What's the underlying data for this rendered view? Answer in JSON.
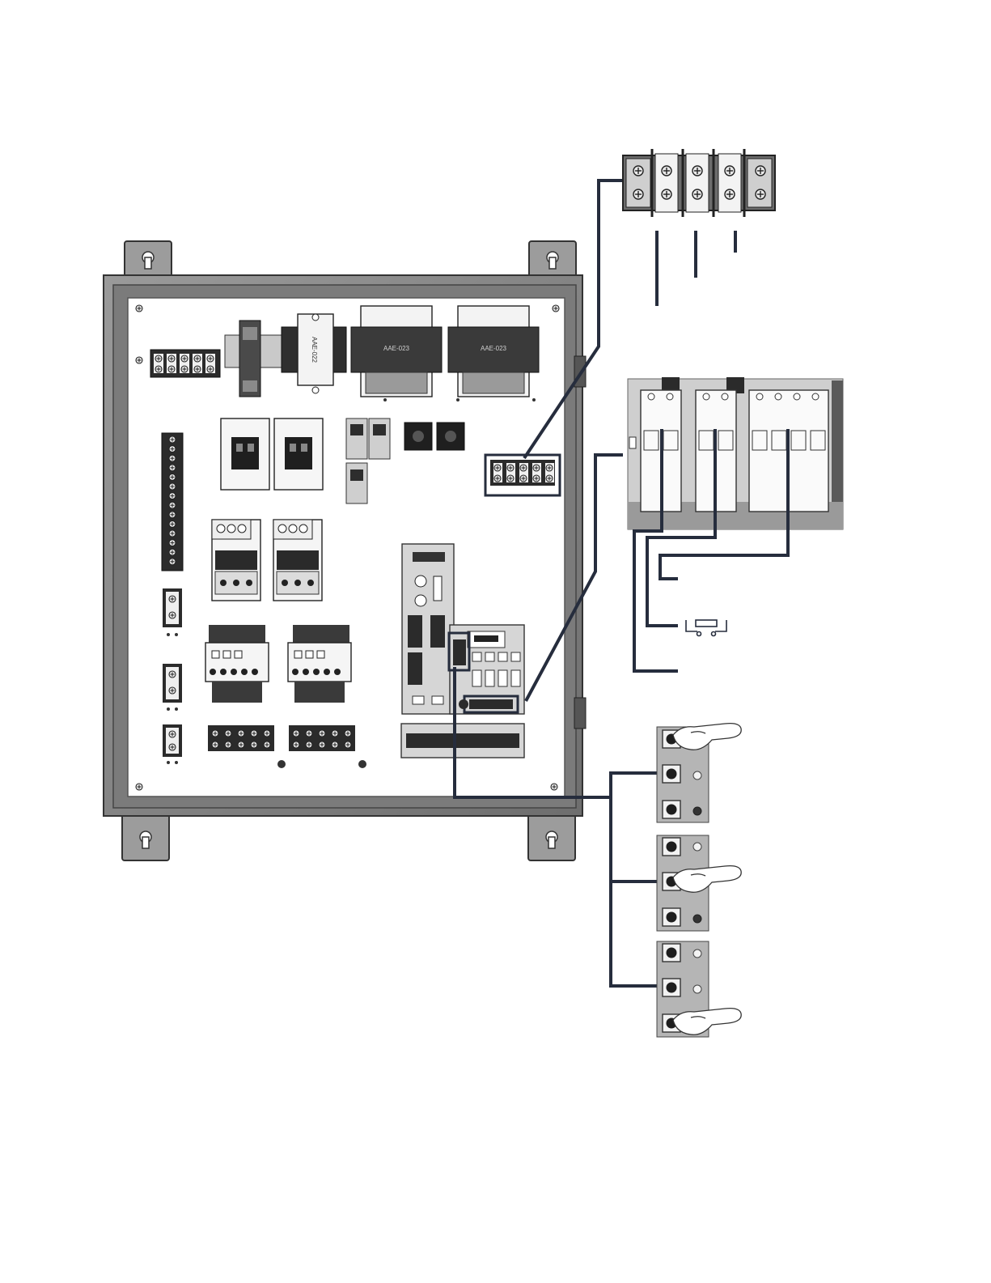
{
  "transformer_labels": [
    "AAE-022",
    "AAE-023",
    "AAE-023"
  ],
  "colors": {
    "wire": "#262d3d",
    "enclosure": "#8c8c8c",
    "enclosure_dark": "#5f5f5f",
    "backplate": "#ffffff",
    "component_dark": "#2a2a2a",
    "pcb": "#d6d6d6",
    "pendant": "#b5b5b5"
  },
  "icons": [
    "screw-terminal-icon",
    "push-button-icon",
    "pilot-light-icon",
    "hand-pointer-icon",
    "keyhole-mount-icon"
  ]
}
